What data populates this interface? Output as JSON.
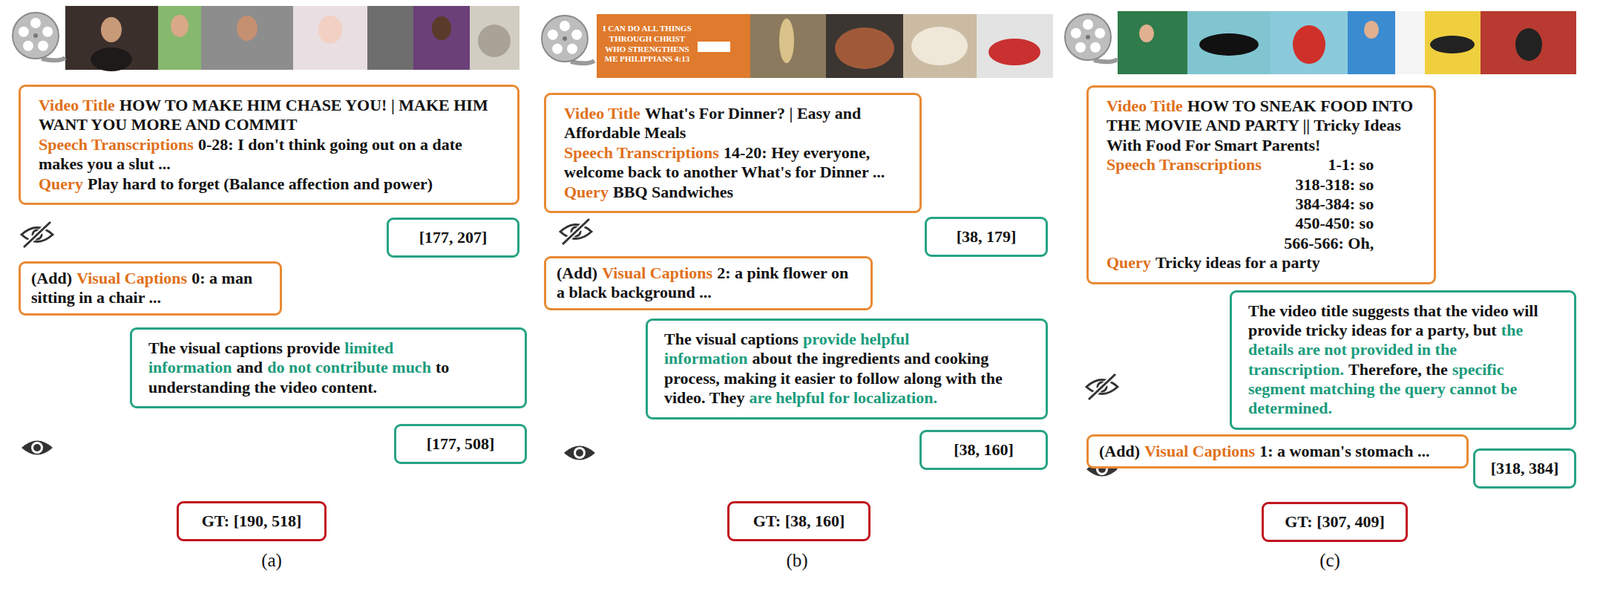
{
  "diagram": {
    "nodes": [
      {
        "text": [
          "Video Title",
          "HOW TO MAKE HIM CHASE YOU! | MAKE HIM WANT YOU MORE AND COMMIT",
          "Speech Transcriptions",
          "0-28: I don't think going out on a date makes you a slut ...",
          "Query",
          "Play hard to forget (Balance affection and power)"
        ]
      },
      {
        "text": [
          "[177, 207]"
        ]
      },
      {
        "text": [
          "(Add)",
          "Visual Captions",
          "0: a man sitting in a chair ..."
        ]
      },
      {
        "text": [
          "The visual captions provide",
          "limited information",
          "and",
          "do not contribute much",
          "to understanding the video content."
        ]
      },
      {
        "text": [
          "[177, 508]"
        ]
      },
      {
        "text": [
          "GT: [190, 518]"
        ]
      },
      {
        "text": [
          "Video Title",
          "What's For Dinner? | Easy and Affordable Meals",
          "Speech Transcriptions",
          "14-20: Hey everyone, welcome back to another What's for Dinner ...",
          "Query",
          "BBQ Sandwiches"
        ]
      },
      {
        "text": [
          "[38, 179]"
        ]
      },
      {
        "text": [
          "(Add)",
          "Visual Captions",
          "2: a pink flower on a black background ..."
        ]
      },
      {
        "text": [
          "The visual captions",
          "provide helpful information",
          "about the ingredients and cooking process, making it easier to follow along with the video. They",
          "are helpful for localization."
        ]
      },
      {
        "text": [
          "[38, 160]"
        ]
      },
      {
        "text": [
          "GT: [38, 160]"
        ]
      },
      {
        "text": [
          "Video Title",
          "HOW TO SNEAK FOOD INTO THE MOVIE AND PARTY || Tricky Ideas With Food For Smart Parents!",
          "Speech Transcriptions",
          "1-1: so",
          "318-318: so",
          "384-384: so",
          "450-450: so",
          "566-566: Oh,",
          "Query",
          "Tricky ideas for a party"
        ]
      },
      {
        "text": [
          "The video title suggests that the video will provide tricky ideas for a party, but",
          "the details are not provided in the transcription.",
          "Therefore, the",
          "specific segment matching the query cannot be determined."
        ]
      },
      {
        "text": [
          "(Add)",
          "Visual Captions",
          "1: a woman's stomach ..."
        ]
      },
      {
        "text": [
          "[318, 384]"
        ]
      },
      {
        "text": [
          "GT: [307, 409]"
        ]
      }
    ],
    "labels": [
      "I CAN DO ALL THINGS THROUGH CHRIST WHO STRENGTHENS ME PHILIPPIANS 4:13",
      "(a)",
      "(b)",
      "(c)"
    ]
  }
}
